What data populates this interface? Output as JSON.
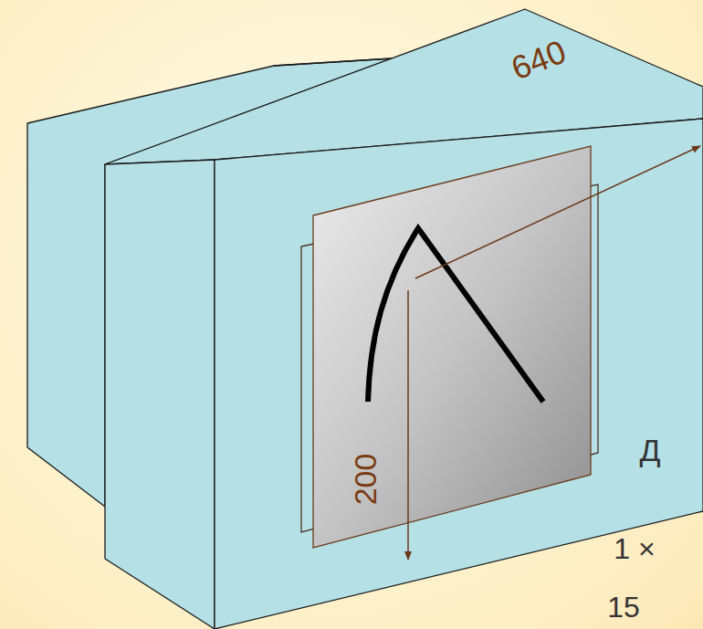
{
  "diagram": {
    "labels": [
      "640",
      "200",
      "Д",
      "1 ×",
      "15"
    ]
  }
}
